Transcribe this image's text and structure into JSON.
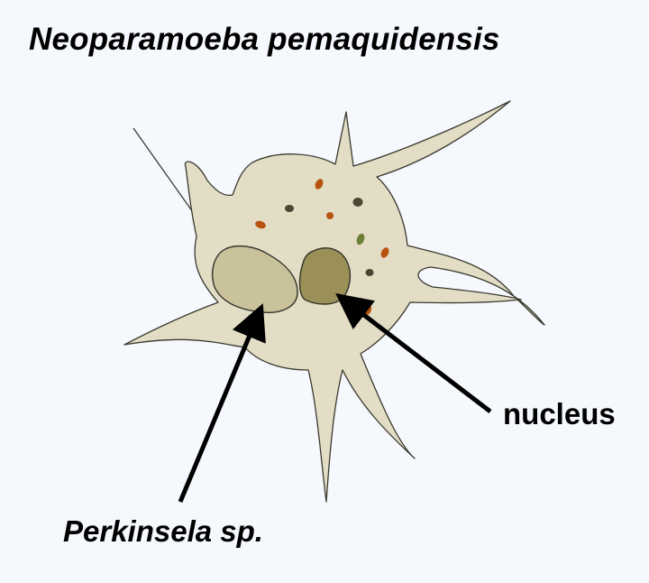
{
  "title": "Neoparamoeba pemaquidensis",
  "labels": {
    "nucleus": "nucleus",
    "perkinsela": "Perkinsela sp."
  },
  "colors": {
    "background": "#f5f8fc",
    "cytoplasm": "#e3ddc6",
    "outline": "#3a3a30",
    "perkinsela_body": "#c9c29b",
    "nucleus": "#9a9058",
    "granule_orange": "#b8530f",
    "granule_dark": "#4a4535",
    "granule_green": "#6e7f36"
  }
}
